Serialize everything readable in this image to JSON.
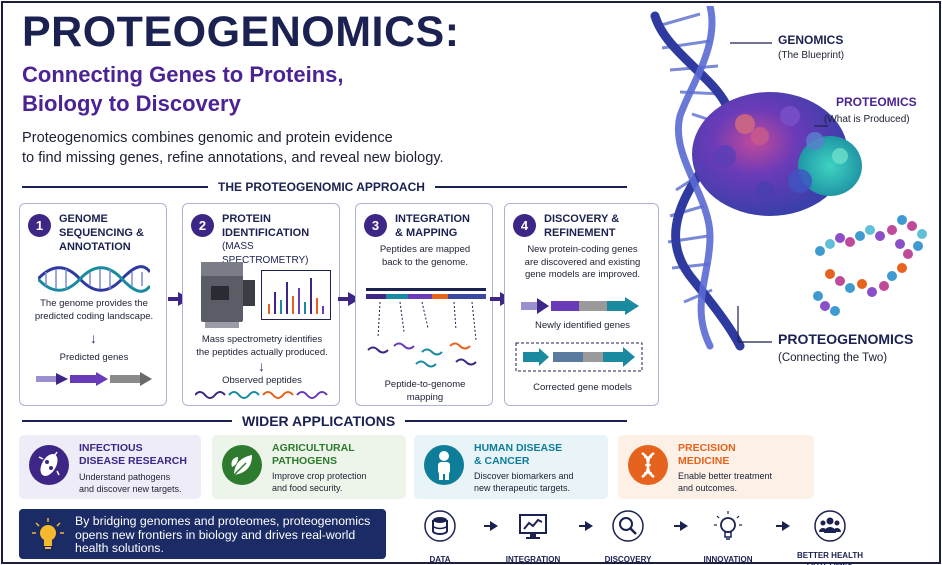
{
  "header": {
    "title": "PROTEOGENOMICS:",
    "subtitle_line1": "Connecting Genes to Proteins,",
    "subtitle_line2": "Biology to Discovery",
    "intro_line1": "Proteogenomics combines genomic and protein evidence",
    "intro_line2": "to find missing genes, refine annotations, and reveal new biology."
  },
  "approach": {
    "heading": "THE PROTEOGENOMIC APPROACH",
    "steps": [
      {
        "num": "1",
        "title_l1": "GENOME",
        "title_l2": "SEQUENCING &",
        "title_l3": "ANNOTATION",
        "desc_l1": "The genome provides the",
        "desc_l2": "predicted coding landscape.",
        "caption": "Predicted genes"
      },
      {
        "num": "2",
        "title_l1": "PROTEIN",
        "title_l2": "IDENTIFICATION",
        "title_l3": "(MASS SPECTROMETRY)",
        "desc_l1": "Mass spectrometry identifies",
        "desc_l2": "the peptides actually produced.",
        "caption": "Observed peptides"
      },
      {
        "num": "3",
        "title_l1": "INTEGRATION",
        "title_l2": "& MAPPING",
        "desc_l1": "Peptides are mapped",
        "desc_l2": "back to the genome.",
        "caption_l1": "Peptide-to-genome",
        "caption_l2": "mapping"
      },
      {
        "num": "4",
        "title_l1": "DISCOVERY &",
        "title_l2": "REFINEMENT",
        "desc_l1": "New protein-coding genes",
        "desc_l2": "are discovered and existing",
        "desc_l3": "gene models are improved.",
        "caption": "Newly identified genes",
        "caption2": "Corrected gene models"
      }
    ]
  },
  "applications": {
    "heading": "WIDER APPLICATIONS",
    "items": [
      {
        "title_l1": "INFECTIOUS",
        "title_l2": "DISEASE RESEARCH",
        "desc_l1": "Understand pathogens",
        "desc_l2": "and discover new targets.",
        "color": "#3d2685",
        "bg": "#eeecf7"
      },
      {
        "title_l1": "AGRICULTURAL",
        "title_l2": "PATHOGENS",
        "desc_l1": "Improve crop protection",
        "desc_l2": "and food security.",
        "color": "#2e7a2e",
        "bg": "#edf5ea"
      },
      {
        "title_l1": "HUMAN DISEASE",
        "title_l2": "& CANCER",
        "desc_l1": "Discover biomarkers and",
        "desc_l2": "new therapeutic targets.",
        "color": "#0e7d9a",
        "bg": "#e8f4f8"
      },
      {
        "title_l1": "PRECISION",
        "title_l2": "MEDICINE",
        "desc_l1": "Enable better treatment",
        "desc_l2": "and outcomes.",
        "color": "#e5631c",
        "bg": "#fdf0e7"
      }
    ]
  },
  "banner": {
    "line1": "By bridging genomes and proteomes, proteogenomics",
    "line2": "opens new frontiers in biology and drives real-world",
    "line3": "health solutions."
  },
  "flow": [
    "DATA",
    "INTEGRATION",
    "DISCOVERY",
    "INNOVATION",
    "BETTER HEALTH OUTCOMES"
  ],
  "right_panel": {
    "genomics": "GENOMICS",
    "genomics_sub": "(The Blueprint)",
    "proteomics": "PROTEOMICS",
    "proteomics_sub": "(What is Produced)",
    "proteogenomics": "PROTEOGENOMICS",
    "proteogenomics_sub": "(Connecting the Two)"
  },
  "colors": {
    "navy": "#1b2150",
    "purple": "#3d2685",
    "teal": "#1a8aa0",
    "accent": "#4b2394"
  }
}
